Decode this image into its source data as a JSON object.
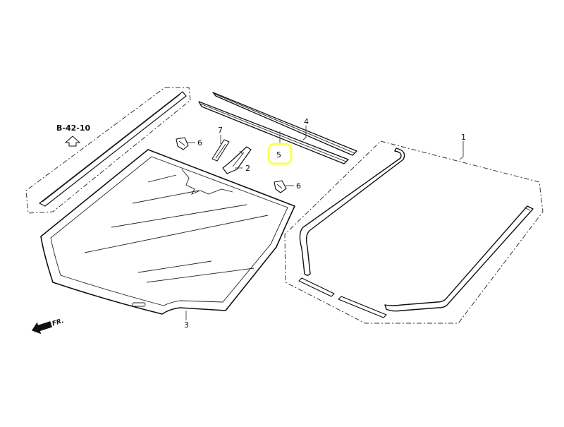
{
  "reference": {
    "label": "B-42-10"
  },
  "direction": {
    "label": "FR.",
    "icon": "front-direction-arrow-icon"
  },
  "callouts": [
    {
      "id": "part-1",
      "number": "1"
    },
    {
      "id": "part-2",
      "number": "2"
    },
    {
      "id": "part-3",
      "number": "3"
    },
    {
      "id": "part-4",
      "number": "4"
    },
    {
      "id": "part-5",
      "number": "5",
      "highlighted": true
    },
    {
      "id": "part-6a",
      "number": "6"
    },
    {
      "id": "part-6b",
      "number": "6"
    },
    {
      "id": "part-7",
      "number": "7"
    }
  ],
  "colors": {
    "highlight": "#ffff4d",
    "line": "#111111",
    "background": "#ffffff"
  }
}
